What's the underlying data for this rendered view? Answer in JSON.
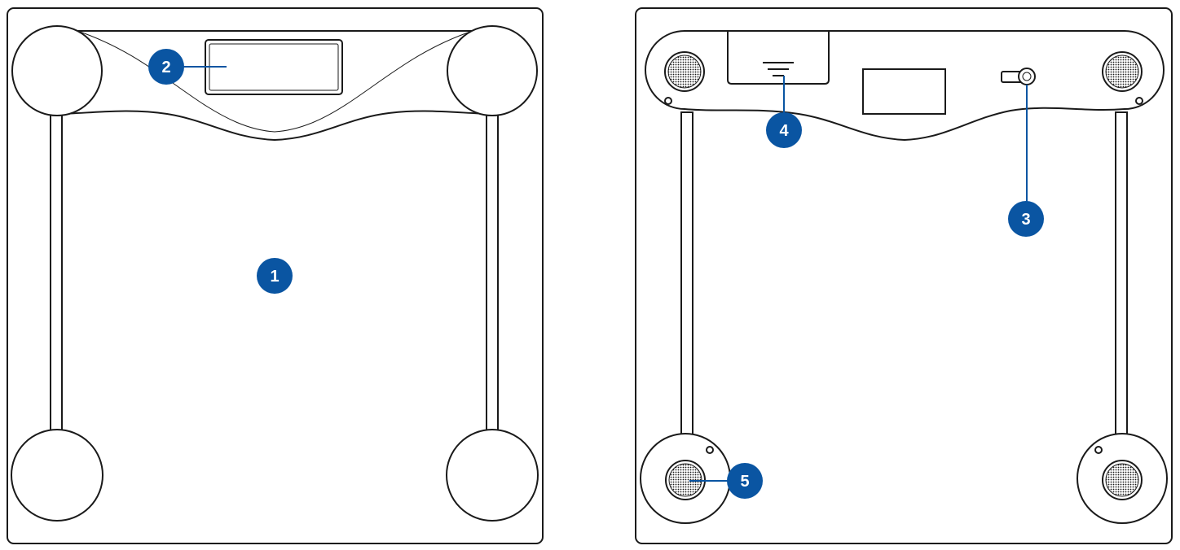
{
  "colors": {
    "callout_fill": "#0a55a2",
    "callout_text": "#ffffff",
    "line": "#1a1a1a",
    "background": "#ffffff"
  },
  "front_view": {
    "callouts": [
      {
        "id": "1",
        "label": "1"
      },
      {
        "id": "2",
        "label": "2"
      }
    ]
  },
  "back_view": {
    "callouts": [
      {
        "id": "3",
        "label": "3"
      },
      {
        "id": "4",
        "label": "4"
      },
      {
        "id": "5",
        "label": "5"
      }
    ]
  }
}
